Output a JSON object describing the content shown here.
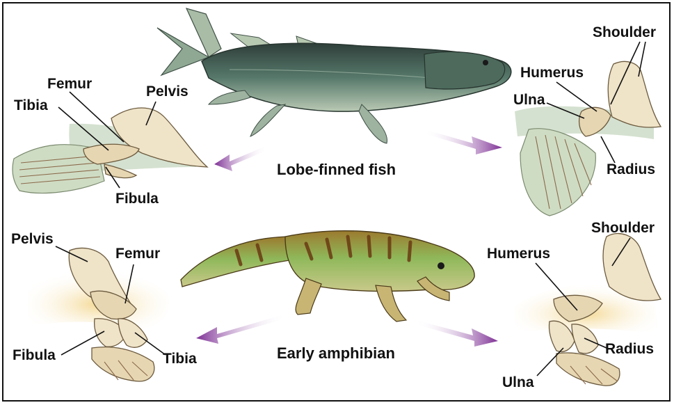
{
  "captions": {
    "fish": "Lobe-finned fish",
    "amphibian": "Early amphibian"
  },
  "fish_fin_pelvic": {
    "femur": "Femur",
    "pelvis": "Pelvis",
    "tibia": "Tibia",
    "fibula": "Fibula"
  },
  "fish_fin_pectoral": {
    "shoulder": "Shoulder",
    "humerus": "Humerus",
    "ulna": "Ulna",
    "radius": "Radius"
  },
  "amphibian_hindlimb": {
    "pelvis": "Pelvis",
    "femur": "Femur",
    "fibula": "Fibula",
    "tibia": "Tibia"
  },
  "amphibian_forelimb": {
    "shoulder": "Shoulder",
    "humerus": "Humerus",
    "radius": "Radius",
    "ulna": "Ulna"
  },
  "colors": {
    "arrow": "#8a3d9e",
    "fish_body": "#4a6a5a",
    "amphibian_body": "#7aa24a",
    "bone": "#efe3c8",
    "fin_membrane": "#cfdcc4"
  }
}
